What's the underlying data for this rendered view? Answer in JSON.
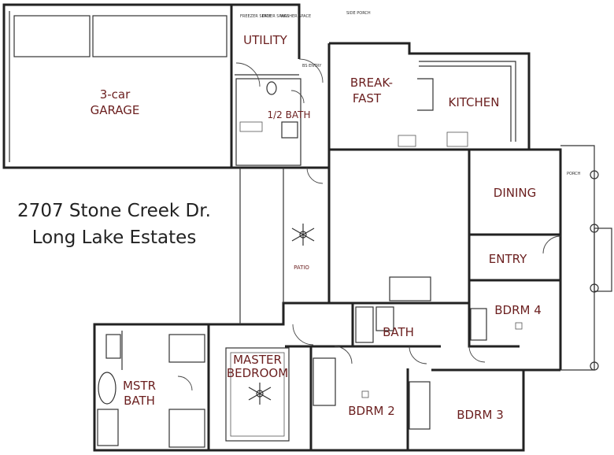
{
  "address": {
    "line1": "2707 Stone Creek Dr.",
    "line2": "Long Lake Estates"
  },
  "rooms": {
    "utility": "UTILITY",
    "garage_line1": "3-car",
    "garage_line2": "GARAGE",
    "half_bath": "1/2 BATH",
    "breakfast_line1": "BREAK-",
    "breakfast_line2": "FAST",
    "kitchen": "KITCHEN",
    "dining": "DINING",
    "entry": "ENTRY",
    "patio": "PATIO",
    "bdrm4": "BDRM 4",
    "bath": "BATH",
    "master_line1": "MASTER",
    "master_line2": "BEDROOM",
    "mstr_bath_line1": "MSTR",
    "mstr_bath_line2": "BATH",
    "bdrm2": "BDRM 2",
    "bdrm3": "BDRM 3"
  },
  "small_labels": {
    "side_porch": "SIDE PORCH",
    "porch": "PORCH",
    "bs_entry": "BS ENTRY",
    "freezer_space": "FREEZER SPACE",
    "dryer_space": "DRYER SPACE",
    "washer_space": "WASHER SPACE"
  }
}
